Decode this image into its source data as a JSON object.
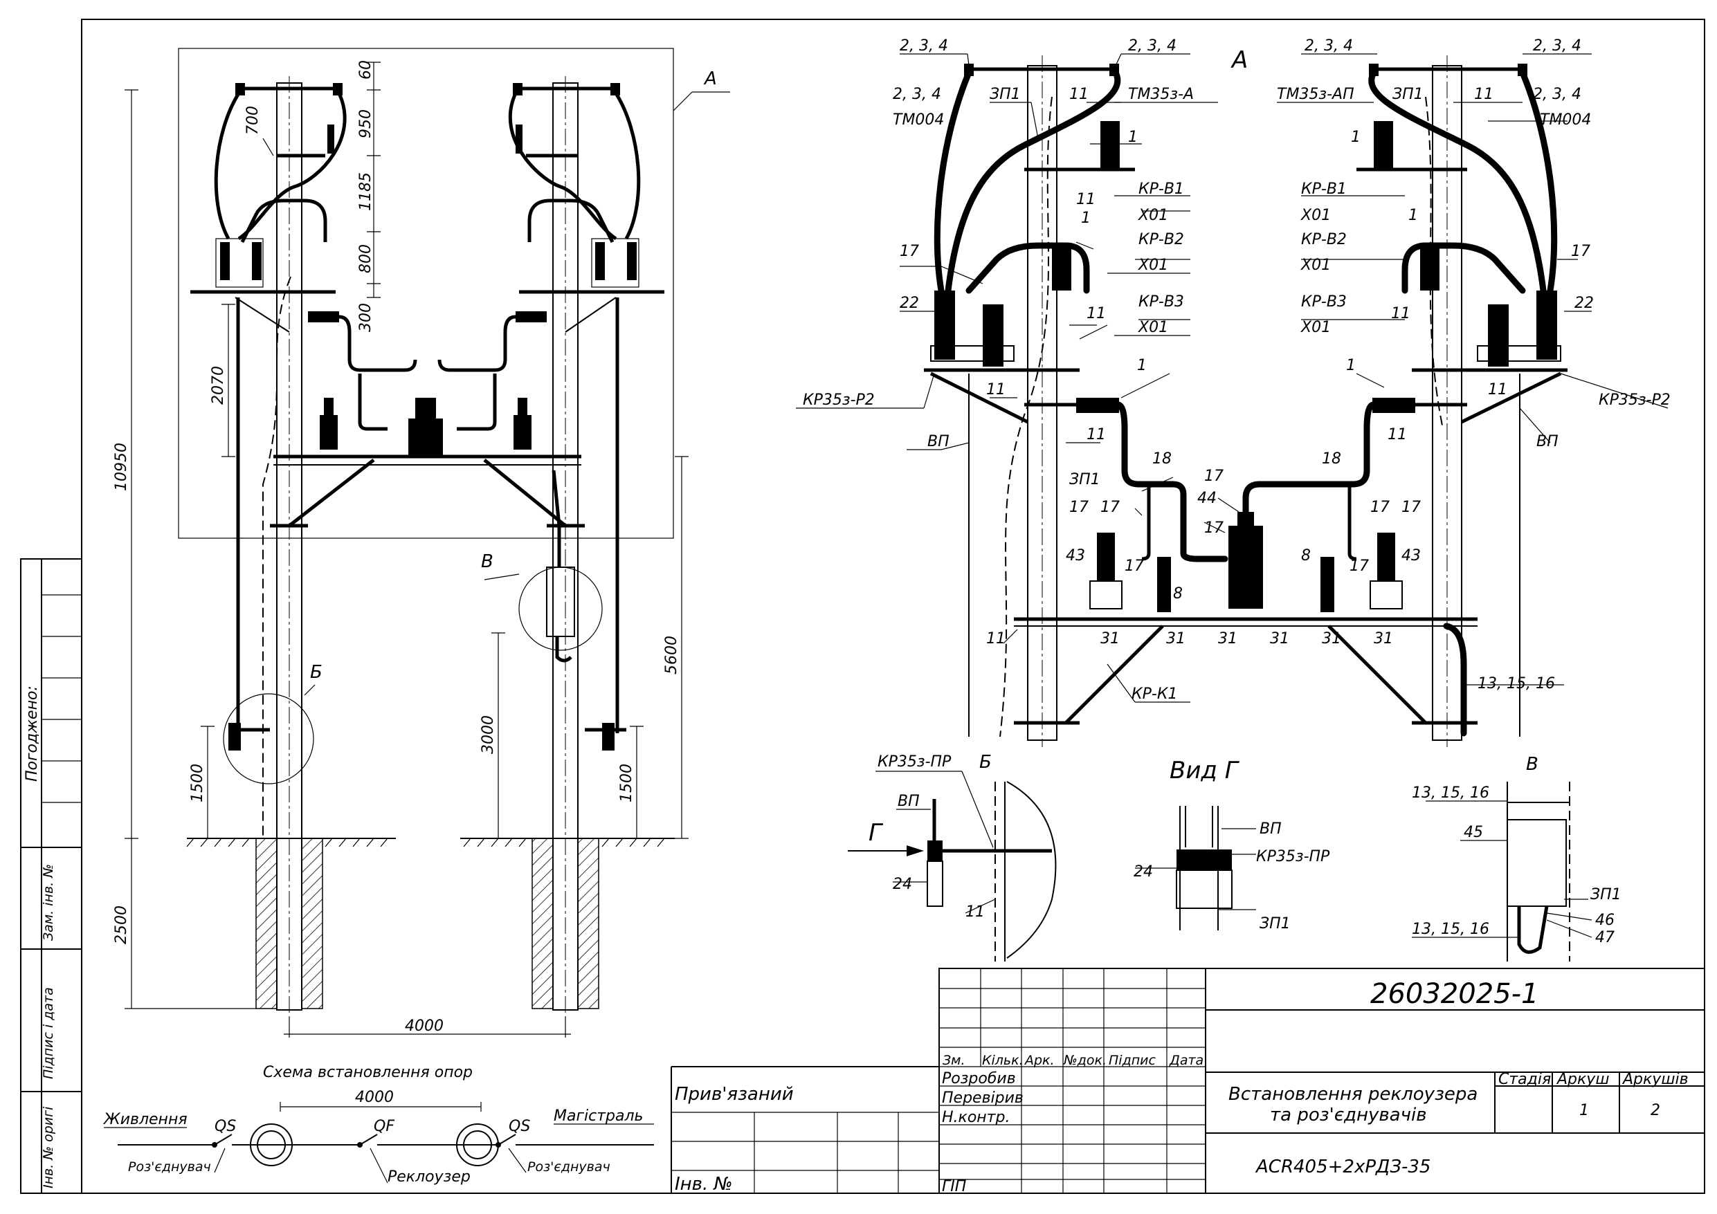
{
  "side_stamp": {
    "agreed": "Погоджено:",
    "cells": [
      "Зам. інв. №",
      "Підпис і дата",
      "Інв. № оригі"
    ]
  },
  "left_view": {
    "dims": [
      "60",
      "700",
      "950",
      "1185",
      "800",
      "300",
      "2070",
      "10950",
      "5600",
      "3000",
      "1500",
      "1500",
      "2500",
      "4000"
    ],
    "callouts": [
      "А",
      "В",
      "Б"
    ]
  },
  "scheme": {
    "title": "Схема встановлення опор",
    "distance": "4000",
    "supply": "Живлення",
    "main": "Магістраль",
    "qs_left": "QS",
    "qf": "QF",
    "qs_right": "QS",
    "disconnector_left": "Роз'єднувач",
    "recloser": "Реклоузер",
    "disconnector_right": "Роз'єднувач"
  },
  "view_a": {
    "title": "А",
    "labels_left": [
      "2, 3, 4",
      "ЗП1",
      "11",
      "2, 3, 4",
      "ТМ004",
      "11",
      "1",
      "17",
      "22",
      "КР35з-Р2",
      "11",
      "11",
      "ВП",
      "ЗП1",
      "17",
      "17",
      "43",
      "17",
      "11",
      "8"
    ],
    "labels_mid": [
      "2, 3, 4",
      "ТМ35з-А",
      "1",
      "КР-В1",
      "Х01",
      "КР-В2",
      "Х01",
      "КР-В3",
      "Х01",
      "11",
      "1",
      "18",
      "17",
      "44",
      "17",
      "31",
      "31",
      "31",
      "КР-К1"
    ],
    "labels_right": [
      "2, 3, 4",
      "2, 3, 4",
      "ТМ35з-АП",
      "ЗП1",
      "11",
      "2, 3, 4",
      "ТМ004",
      "1",
      "КР-В1",
      "Х01",
      "1",
      "КР-В2",
      "Х01",
      "17",
      "11",
      "22",
      "КР-В3",
      "Х01",
      "1",
      "11",
      "КР35з-Р2",
      "11",
      "ВП",
      "18",
      "17",
      "17",
      "43",
      "8",
      "17",
      "31",
      "31",
      "31",
      "13, 15, 16"
    ]
  },
  "detail_b": {
    "title": "Б",
    "kr": "КР35з-ПР",
    "vp": "ВП",
    "g": "Г",
    "n24": "24",
    "n11": "11"
  },
  "view_g": {
    "title": "Вид Г",
    "vp": "ВП",
    "kr": "КР35з-ПР",
    "n24": "24",
    "zp": "ЗП1"
  },
  "detail_v": {
    "title": "В",
    "top": "13, 15, 16",
    "n45": "45",
    "zp": "ЗП1",
    "n46": "46",
    "n47": "47",
    "bottom": "13, 15, 16"
  },
  "title_block": {
    "code": "26032025-1",
    "cols": [
      "Зм.",
      "Кільк.",
      "Арк.",
      "№док.",
      "Підпис",
      "Дата"
    ],
    "roles": [
      "Розробив",
      "Перевірив",
      "Н.контр.",
      "",
      "",
      "ГІП"
    ],
    "attached": "Прив'язаний",
    "inv": "Інв. №",
    "name_line1": "Встановлення реклоузера",
    "name_line2": "та роз'єднувачів",
    "equipment": "ACR405+2хРДЗ-35",
    "stage_label": "Стадія",
    "sheet_label": "Аркуш",
    "sheets_label": "Аркушів",
    "stage": "",
    "sheet": "1",
    "sheets": "2"
  }
}
